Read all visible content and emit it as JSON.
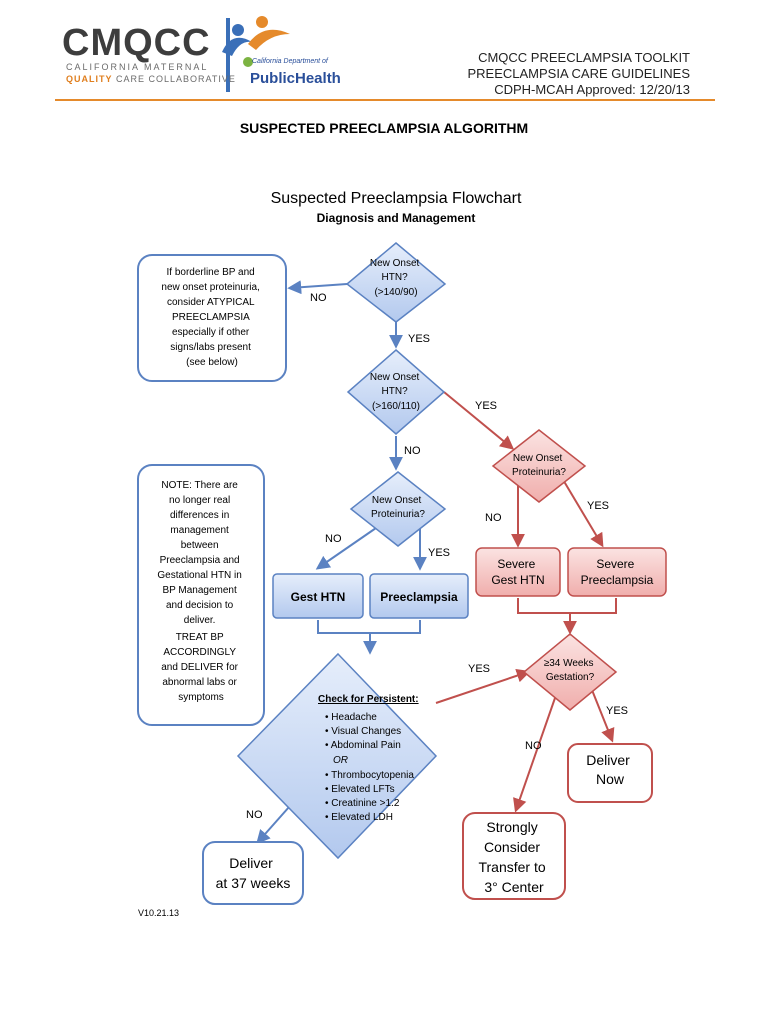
{
  "header": {
    "logo_main": "CMQCC",
    "logo_line1": "CALIFORNIA MATERNAL",
    "logo_line2_a": "QUALITY",
    "logo_line2_b": " CARE COLLABORATIVE",
    "cdph_dept": "California Department of",
    "cdph_name": "PublicHealth",
    "right_lines": [
      "CMQCC PREECLAMPSIA TOOLKIT",
      "PREECLAMPSIA CARE GUIDELINES",
      "CDPH-MCAH Approved: 12/20/13"
    ]
  },
  "doc_title": "SUSPECTED PREECLAMPSIA ALGORITHM",
  "flow": {
    "title": "Suspected Preeclampsia Flowchart",
    "subtitle": "Diagnosis and Management",
    "d1": [
      "New Onset",
      "HTN?",
      "(>140/90)"
    ],
    "d2": [
      "New Onset",
      "HTN?",
      "(>160/110)"
    ],
    "d3": [
      "New Onset",
      "Proteinuria?"
    ],
    "d4": [
      "New Onset",
      "Proteinuria?"
    ],
    "d5": [
      "≥34 Weeks",
      "Gestation?"
    ],
    "atypical": [
      "If borderline BP and",
      "new onset proteinuria,",
      "consider ATYPICAL",
      "PREECLAMPSIA",
      "especially if other",
      "signs/labs present",
      "(see below)"
    ],
    "note": [
      "NOTE: There are",
      "no longer real",
      "differences in",
      "management",
      "between",
      "Preeclampsia and",
      "Gestational HTN in",
      "BP Management",
      "and decision to",
      "deliver.",
      "TREAT BP",
      "ACCORDINGLY",
      "and DELIVER for",
      "abnormal labs or",
      "symptoms"
    ],
    "gest_htn": "Gest HTN",
    "preeclampsia": "Preeclampsia",
    "severe_gest": [
      "Severe",
      "Gest HTN"
    ],
    "severe_pre": [
      "Severe",
      "Preeclampsia"
    ],
    "check_title": "Check for Persistent:",
    "check_items": [
      "• Headache",
      "• Visual Changes",
      "• Abdominal Pain",
      "OR",
      "• Thrombocytopenia",
      "• Elevated LFTs",
      "• Creatinine >1.2",
      "• Elevated LDH"
    ],
    "deliver_37": [
      "Deliver",
      "at 37 weeks"
    ],
    "deliver_now": [
      "Deliver",
      "Now"
    ],
    "transfer": [
      "Strongly",
      "Consider",
      "Transfer to",
      "3° Center"
    ],
    "yes": "YES",
    "no": "NO",
    "version": "V10.21.13"
  },
  "colors": {
    "blue_stroke": "#5b82c2",
    "red_stroke": "#c0504d",
    "blue_fill": "#c9d8f2",
    "red_fill": "#f6c9c8",
    "orange": "#e58a2b"
  }
}
